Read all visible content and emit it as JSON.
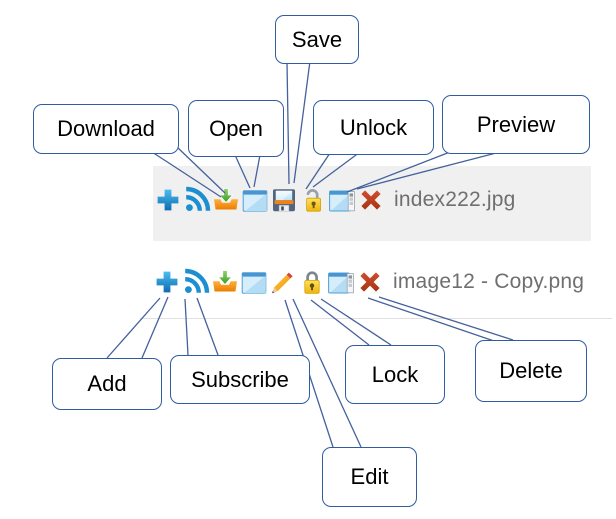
{
  "figure": {
    "description": "Annotated file-manager toolbar diagram with two file rows and labeled action icons"
  },
  "callouts": {
    "download": {
      "label": "Download",
      "points_to": "download-icon",
      "row": 1
    },
    "open": {
      "label": "Open",
      "points_to": "open-icon",
      "row": 1
    },
    "save": {
      "label": "Save",
      "points_to": "save-icon",
      "row": 1
    },
    "unlock": {
      "label": "Unlock",
      "points_to": "unlock-icon",
      "row": 1
    },
    "preview": {
      "label": "Preview",
      "points_to": "preview-icon",
      "row": 1
    },
    "add": {
      "label": "Add",
      "points_to": "add-icon",
      "row": 2
    },
    "subscribe": {
      "label": "Subscribe",
      "points_to": "subscribe-icon",
      "row": 2
    },
    "edit": {
      "label": "Edit",
      "points_to": "edit-icon",
      "row": 2
    },
    "lock": {
      "label": "Lock",
      "points_to": "lock-icon",
      "row": 2
    },
    "delete": {
      "label": "Delete",
      "points_to": "delete-icon",
      "row": 2
    }
  },
  "toolbar_rows": [
    {
      "filename": "index222.jpg",
      "highlighted": true,
      "icons": [
        "add-icon",
        "subscribe-icon",
        "download-icon",
        "open-icon",
        "save-icon",
        "unlock-icon",
        "preview-icon",
        "delete-icon"
      ]
    },
    {
      "filename": "image12 - Copy.png",
      "highlighted": false,
      "icons": [
        "add-icon",
        "subscribe-icon",
        "download-icon",
        "open-icon",
        "edit-icon",
        "lock-icon",
        "preview-icon",
        "delete-icon"
      ]
    }
  ],
  "colors": {
    "callout_border": "#2f5da2",
    "leader_line": "#44619c",
    "row_highlight": "#f0f0f0",
    "divider": "#e0e0e0",
    "filename_text": "#6f6f6f",
    "icon_blue": "#1b8fd0",
    "icon_orange": "#ee8418",
    "icon_green": "#4aaf32",
    "icon_gold": "#f3c013",
    "icon_red": "#bd3a1f"
  }
}
